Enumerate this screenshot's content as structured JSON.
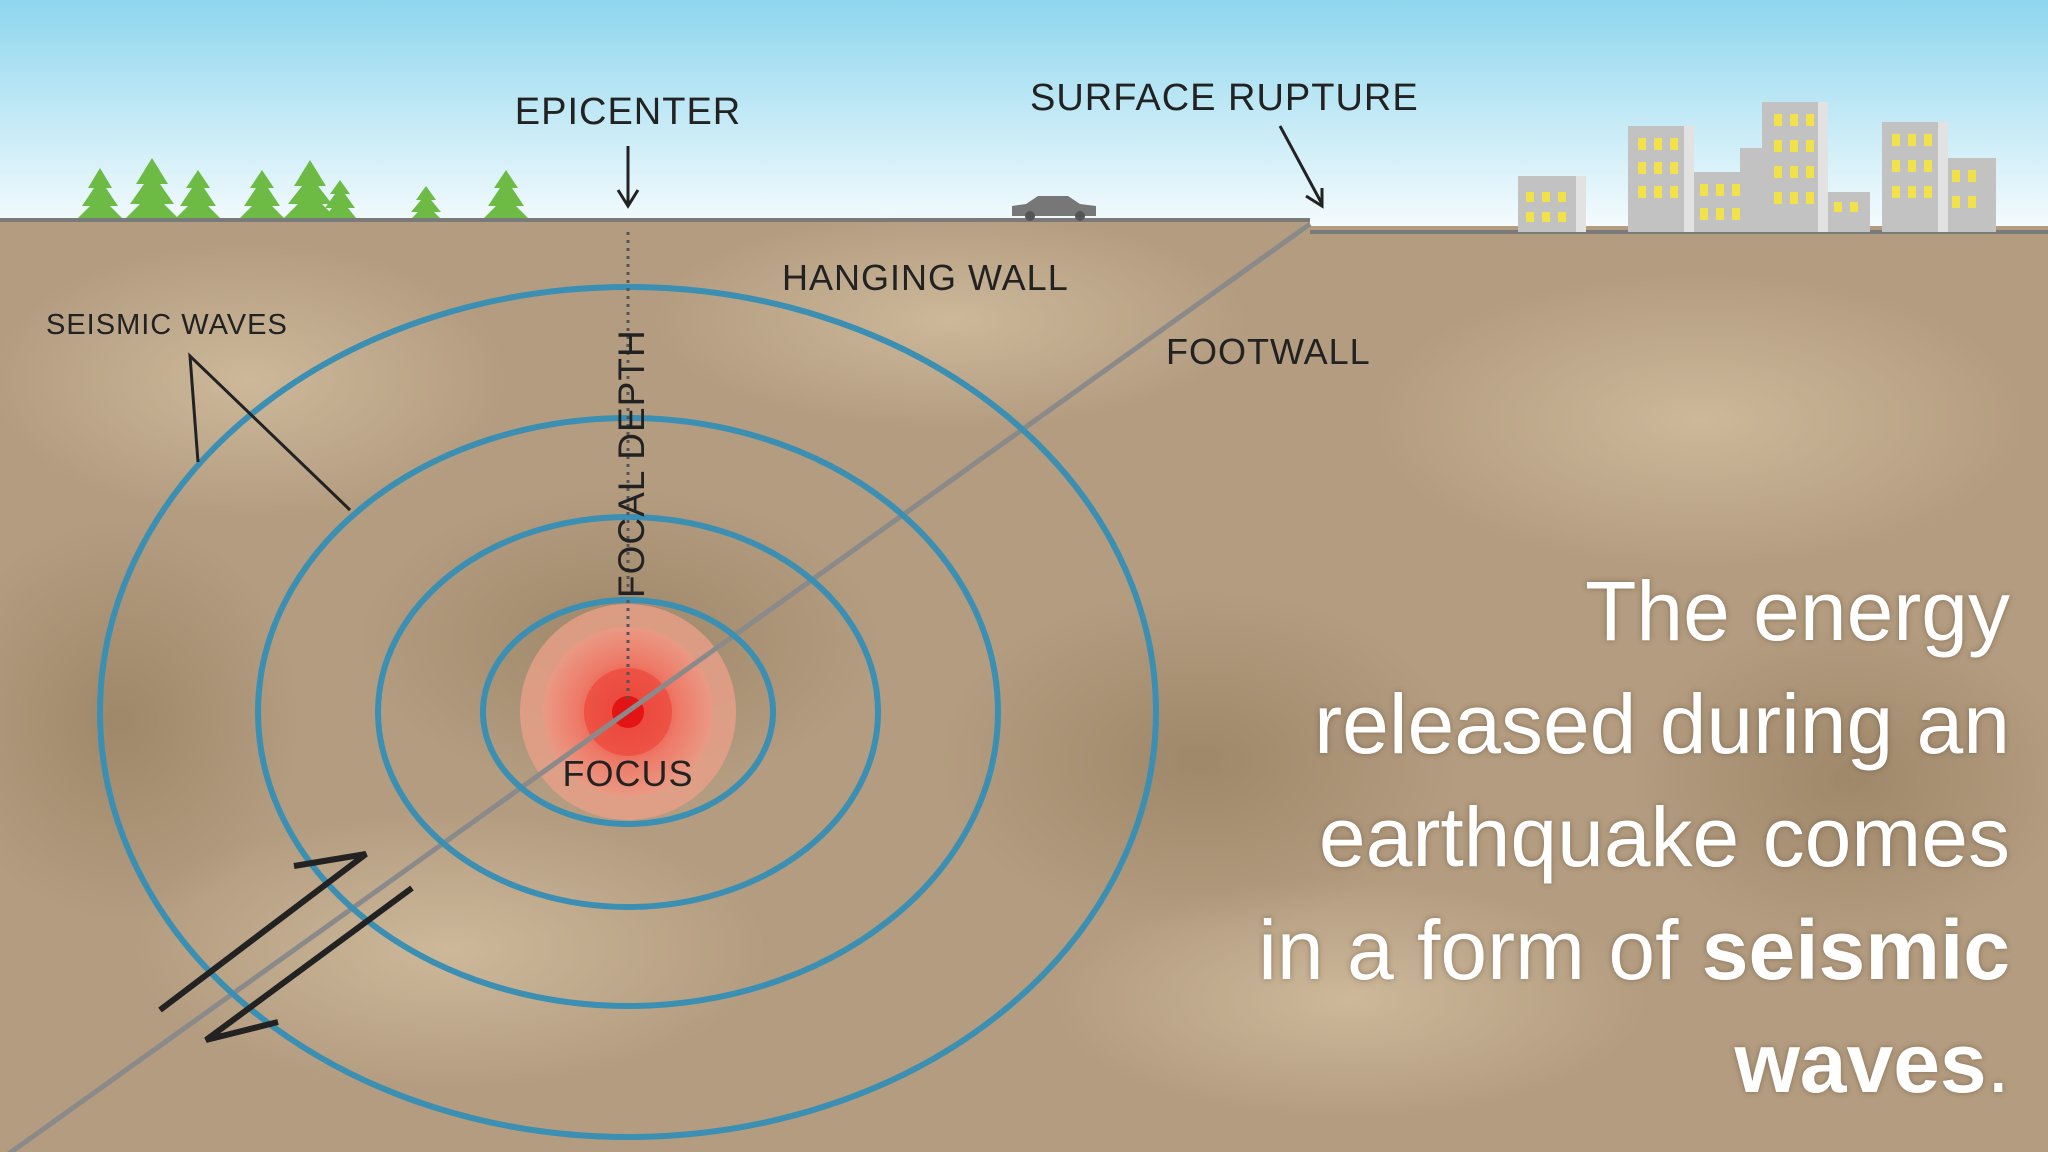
{
  "labels": {
    "epicenter": "EPICENTER",
    "surface_rupture": "SURFACE RUPTURE",
    "hanging_wall": "HANGING WALL",
    "footwall": "FOOTWALL",
    "seismic_waves": "SEISMIC WAVES",
    "focal_depth": "FOCAL DEPTH",
    "focus": "FOCUS"
  },
  "caption": {
    "line1": "The energy",
    "line2": "released during an",
    "line3": "earthquake comes",
    "line4_prefix": "in a form of ",
    "line4_bold": "seismic",
    "line5_bold": "waves",
    "line5_suffix": "."
  },
  "colors": {
    "sky_top": "#8ed6ee",
    "sky_bottom": "#f4fbfd",
    "ground": "#b39c7f",
    "wave_rings": "#3a8fb2",
    "focus": "#e8322c",
    "trees": "#6dbb45",
    "buildings": "#c2c2c2",
    "windows": "#f2e24a"
  }
}
